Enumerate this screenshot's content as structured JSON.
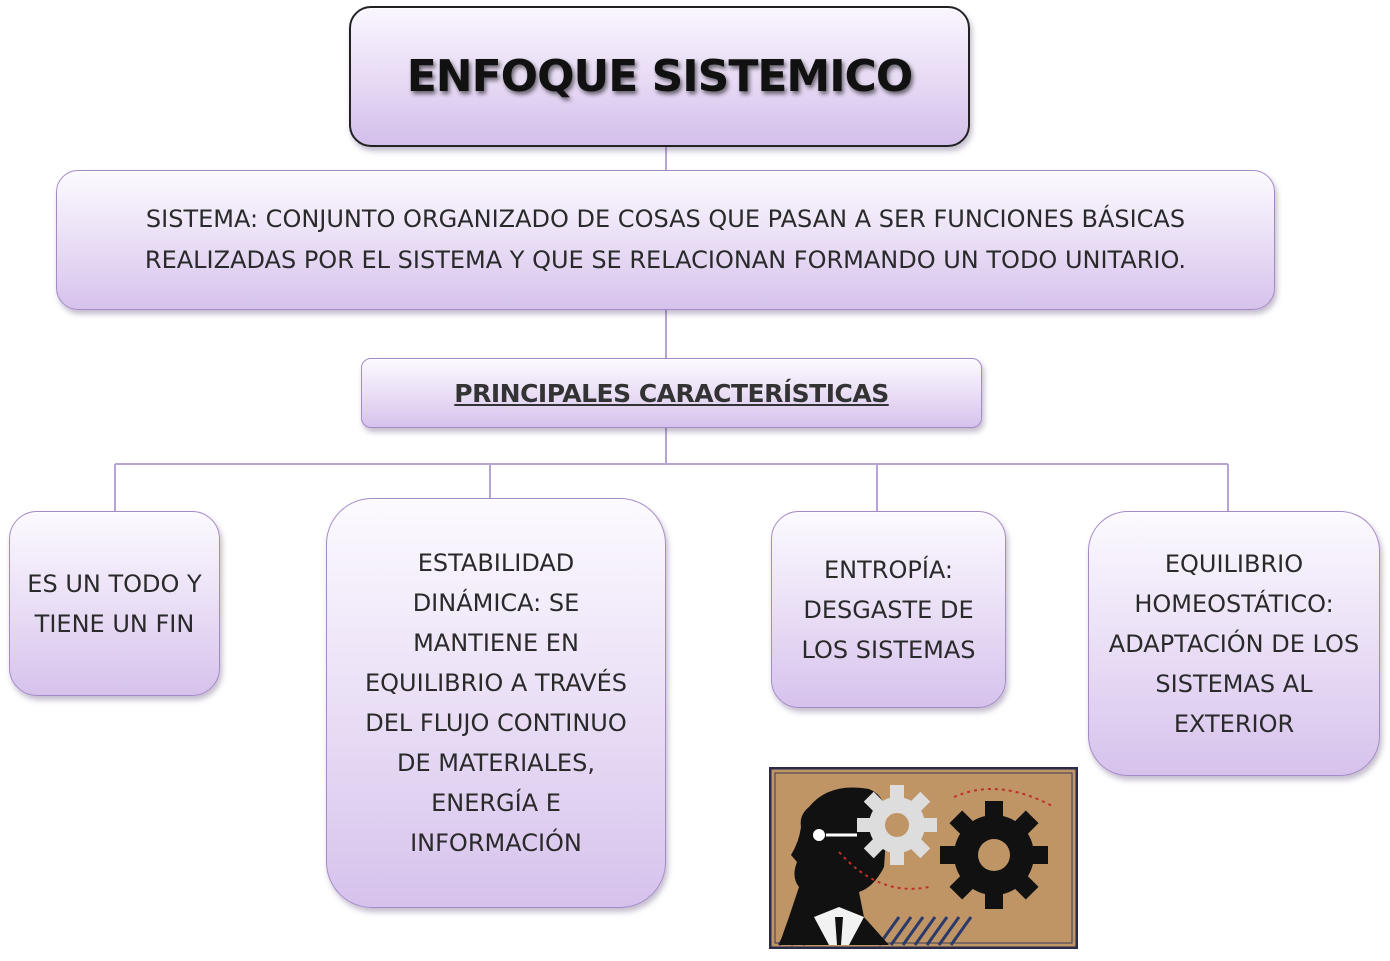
{
  "title": "ENFOQUE SISTEMICO",
  "definition": "SISTEMA: CONJUNTO ORGANIZADO DE COSAS QUE PASAN A SER FUNCIONES BÁSICAS REALIZADAS POR EL SISTEMA Y QUE SE RELACIONAN FORMANDO UN TODO UNITARIO.",
  "characteristics_heading": "PRINCIPALES CARACTERÍSTICAS",
  "characteristics": [
    "ES UN TODO Y TIENE UN FIN",
    "ESTABILIDAD DINÁMICA: SE MANTIENE EN EQUILIBRIO A TRAVÉS DEL FLUJO CONTINUO DE MATERIALES, ENERGÍA E INFORMACIÓN",
    "ENTROPÍA: DESGASTE DE LOS SISTEMAS",
    "EQUILIBRIO HOMEOSTÁTICO: ADAPTACIÓN DE LOS SISTEMAS AL EXTERIOR"
  ],
  "clipart": {
    "icon": "thinking-head-gears-icon",
    "colors": {
      "background": "#c09566",
      "frame": "#2a2a4a",
      "gear": "#111111",
      "gear_light": "#d8d8d8"
    }
  },
  "colors": {
    "box_fill": "#e8dcf5",
    "box_border": "#a58ac8",
    "connector": "#b8a4d4"
  }
}
